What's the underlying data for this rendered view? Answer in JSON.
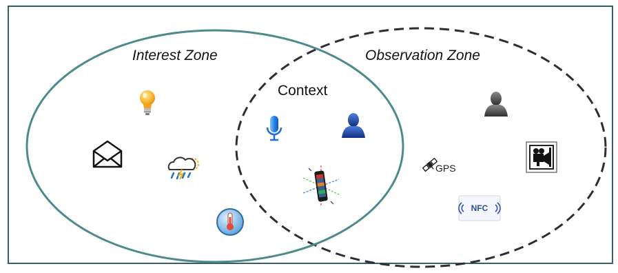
{
  "zones": {
    "interest_title": "Interest Zone",
    "observation_title": "Observation Zone",
    "intersection_title": "Context"
  },
  "sensors": {
    "gps_label": "GPS",
    "nfc_label": "NFC"
  },
  "colors": {
    "frame": "#355f60",
    "interest_ellipse": "#4e8a8c",
    "observation_ellipse": "#2b2f33",
    "bulb": "#f5a623",
    "microphone": "#1e6fd9",
    "person_blue": "#1d3f9c",
    "person_gray": "#4a4a4a",
    "thermometer": "#e24a3b"
  },
  "icons": [
    "light-bulb-icon",
    "envelope-icon",
    "weather-icon",
    "thermometer-icon",
    "microphone-icon",
    "person-blue-icon",
    "smartphone-sensors-icon",
    "person-gray-icon",
    "satellite-icon",
    "nfc-icon",
    "video-camera-icon"
  ]
}
